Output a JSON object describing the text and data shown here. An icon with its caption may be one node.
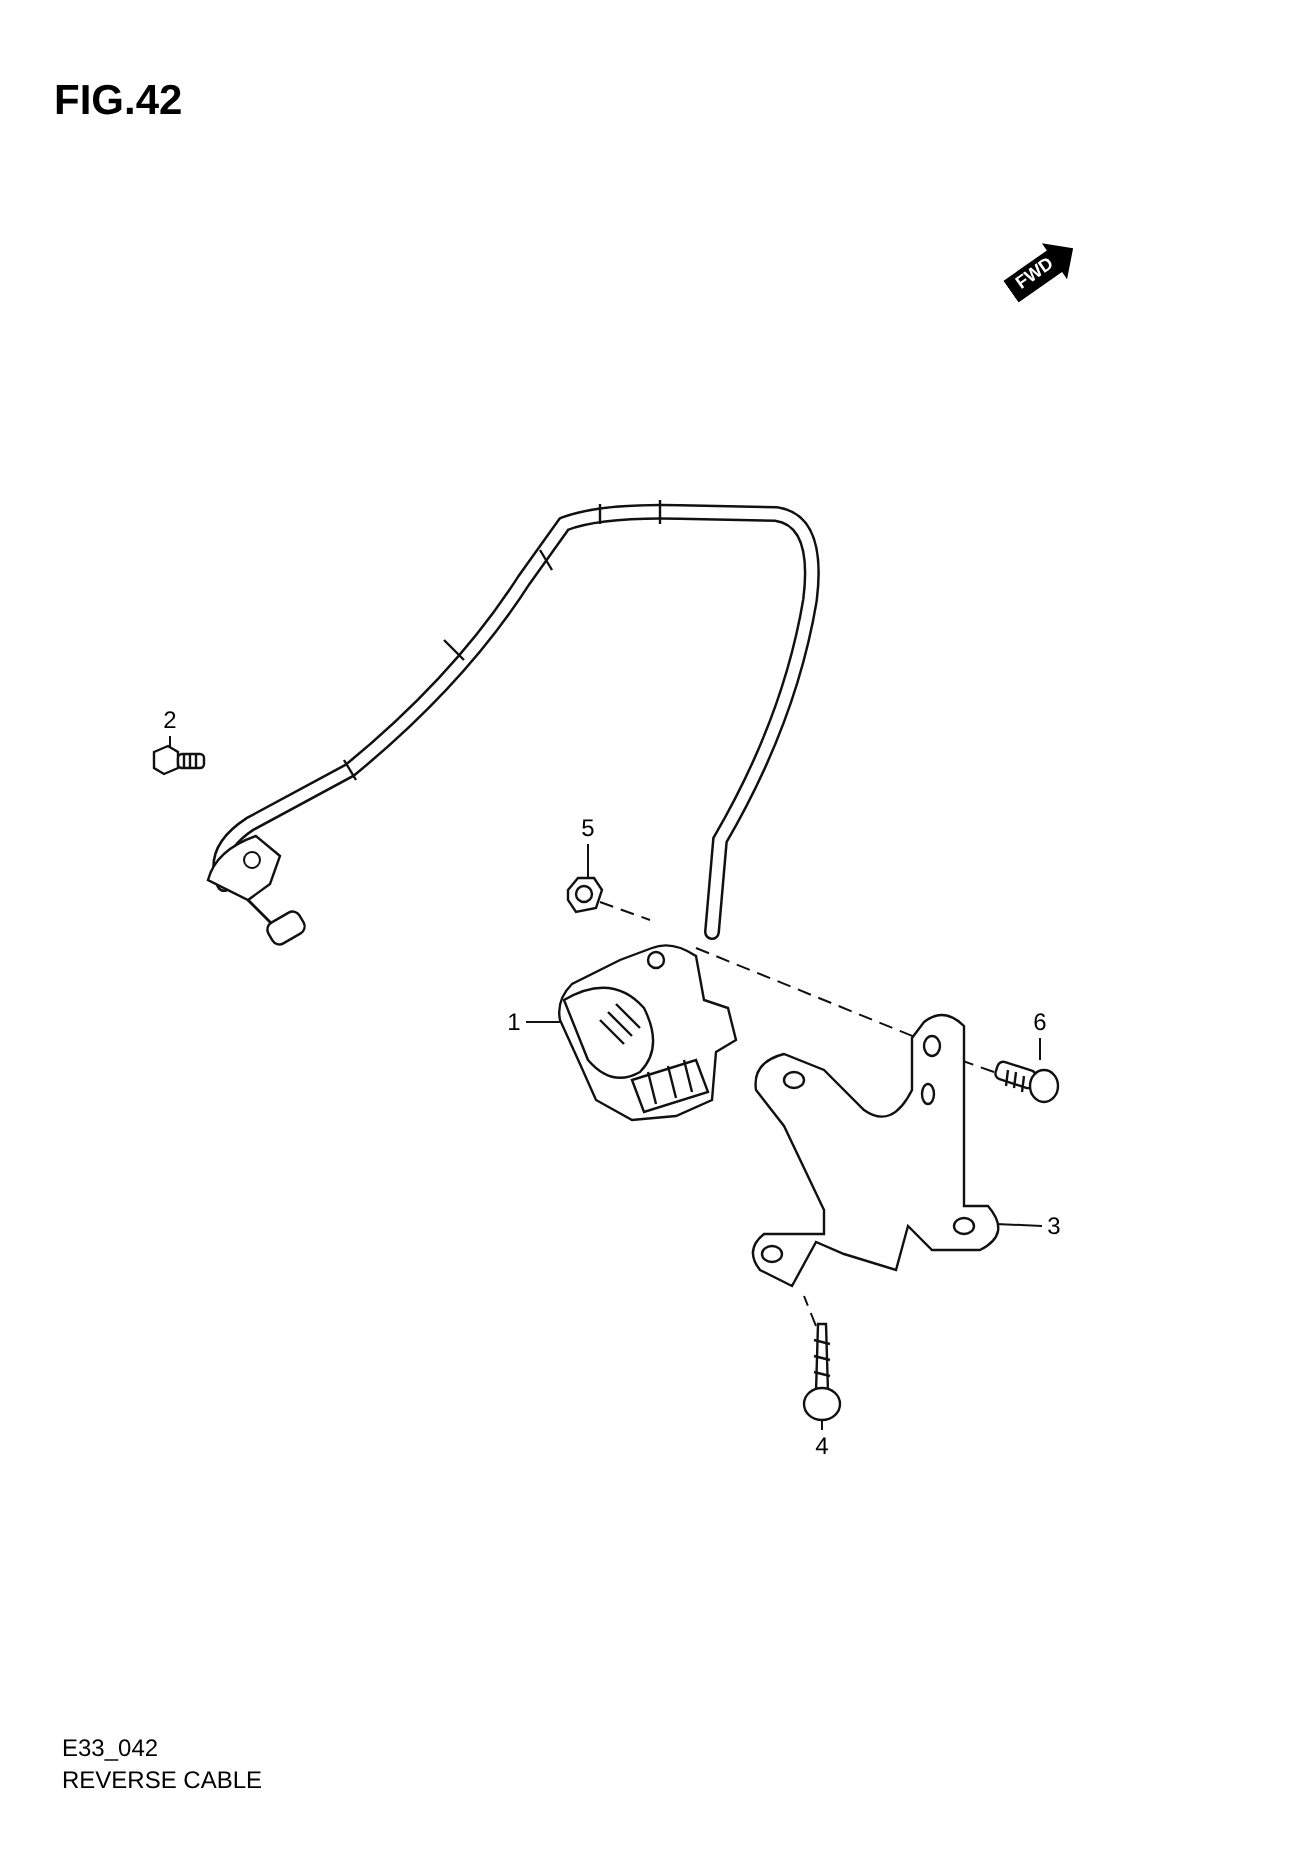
{
  "diagram": {
    "title": "FIG.42",
    "caption": "REVERSE CABLE",
    "nodes": [
      {
        "text": [
          "2"
        ]
      },
      {
        "text": [
          "5"
        ]
      },
      {
        "text": [
          "1"
        ]
      },
      {
        "text": [
          "6"
        ]
      },
      {
        "text": [
          "3"
        ]
      },
      {
        "text": [
          "4"
        ]
      },
      {
        "text": [],
        "shape": "picture"
      },
      {
        "text": [],
        "shape": "picture"
      },
      {
        "text": [],
        "shape": "picture"
      },
      {
        "text": [],
        "shape": "picture"
      },
      {
        "text": [],
        "shape": "picture"
      },
      {
        "text": [],
        "shape": "picture"
      }
    ],
    "edges": [
      {
        "from": 0,
        "to": 6,
        "arrow": "none"
      },
      {
        "from": 1,
        "to": 7,
        "arrow": "none"
      },
      {
        "from": 2,
        "to": 8,
        "arrow": "none"
      },
      {
        "from": 3,
        "to": 9,
        "arrow": "none"
      },
      {
        "from": 4,
        "to": 10,
        "arrow": "none"
      },
      {
        "from": 5,
        "to": 11,
        "arrow": "none"
      },
      {
        "from": 7,
        "to": 8,
        "arrow": "none",
        "style": "dashed"
      },
      {
        "from": 8,
        "to": 10,
        "arrow": "none",
        "style": "dashed"
      },
      {
        "from": 9,
        "to": 10,
        "arrow": "none",
        "style": "dashed"
      },
      {
        "from": 11,
        "to": 10,
        "arrow": "none",
        "style": "dashed"
      }
    ],
    "labels": [
      "FWD",
      "E33_042"
    ]
  }
}
